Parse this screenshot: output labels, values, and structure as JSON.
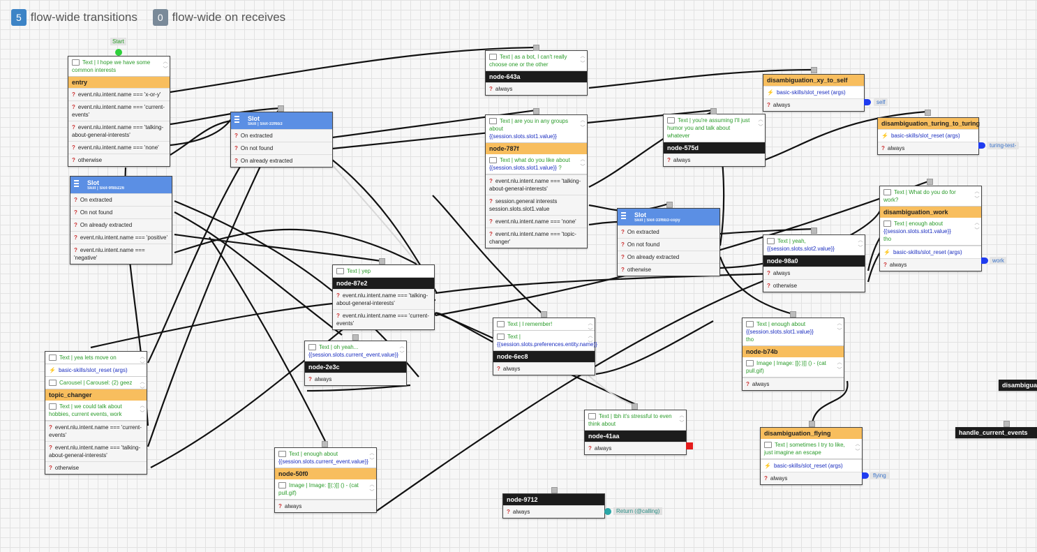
{
  "topbar": {
    "transitions_count": "5",
    "transitions_label": "flow-wide transitions",
    "receives_count": "0",
    "receives_label": "flow-wide on receives"
  },
  "start_label": "Start",
  "colors": {
    "accent": "#3d84c6",
    "orange": "#f8be5e",
    "dark": "#1c1c1c",
    "slot_blue": "#5b8fe4",
    "return": "#2aa6a6",
    "alert": "#e41b1b"
  },
  "nodes": {
    "entry": {
      "msg": "Text | I hope we have some common interests",
      "title": "entry",
      "t": [
        "event.nlu.intent.name === 'x-or-y'",
        "event.nlu.intent.name === 'current-events'",
        "event.nlu.intent.name === 'talking-about-general-interests'",
        "event.nlu.intent.name === 'none'",
        "otherwise"
      ]
    },
    "slot1": {
      "title": "Slot",
      "sub": "Skill | Slot-33f6b3",
      "t": [
        "On extracted",
        "On not found",
        "On already extracted"
      ]
    },
    "slot2": {
      "title": "Slot",
      "sub": "Skill | Slot-9f8b226",
      "t": [
        "On extracted",
        "On not found",
        "On already extracted",
        "event.nlu.intent.name === 'positive'",
        "event.nlu.intent.name === 'negative'"
      ]
    },
    "n643a": {
      "msg": "Text | as a bot, I can't really choose one or the other",
      "title": "node-643a",
      "t": [
        "always"
      ]
    },
    "n787f": {
      "msg1": "Text | are you in any groups about",
      "msg1b": "{{session.slots.slot1.value}}",
      "title": "node-787f",
      "msg2": "Text | what do you like about",
      "msg2b": "{{session.slots.slot1.value}}",
      "msg2c": "?",
      "t": [
        "event.nlu.intent.name === 'talking-about-general-interests'",
        "session.general interests session.slots.slot1.value",
        "event.nlu.intent.name === 'none'",
        "event.nlu.intent.name === 'topic-changer'"
      ]
    },
    "n575d": {
      "msg": "Text | you're assuming I'll just humor you and talk about whatever",
      "title": "node-575d",
      "t": [
        "always"
      ]
    },
    "xy": {
      "title": "disambiguation_xy_to_self",
      "act": "basic-skills/slot_reset (args)",
      "t": [
        "always"
      ],
      "tag": "self"
    },
    "turing": {
      "title": "disambiguation_turing_to_turing",
      "act": "basic-skills/slot_reset (args)",
      "t": [
        "always"
      ],
      "tag": "turing-test-"
    },
    "slot3": {
      "title": "Slot",
      "sub": "Skill | Slot-33f6b3-copy",
      "t": [
        "On extracted",
        "On not found",
        "On already extracted",
        "otherwise"
      ]
    },
    "work": {
      "msg": "Text | What do you do for work?",
      "title": "disambiguation_work",
      "msg2": "Text | enough about",
      "msg2b": "{{session.slots.slot1.value}}",
      "msg2c": "tho",
      "act": "basic-skills/slot_reset (args)",
      "t": [
        "always"
      ],
      "tag": "work"
    },
    "n98a0": {
      "msg": "Text | yeah,",
      "msgb": "{{session.slots.slot2.value}}",
      "title": "node-98a0",
      "t": [
        "always",
        "otherwise"
      ]
    },
    "n87e2": {
      "msg": "Text | yep",
      "title": "node-87e2",
      "t": [
        "event.nlu.intent.name === 'talking-about-general-interests'",
        "event.nlu.intent.name === 'current-events'"
      ]
    },
    "n2e3c": {
      "msg": "Text | oh yeah...",
      "msgb": "{{session.slots.current_event.value}}",
      "title": "node-2e3c",
      "t": [
        "always"
      ]
    },
    "n6ec8": {
      "msg": "Text | I remember!",
      "msg2": "Text |",
      "msg2b": "{{session.slots.preferences.entity.name}}",
      "title": "node-6ec8",
      "t": [
        "always"
      ]
    },
    "nb74b": {
      "msg": "Text | enough about",
      "msgb": "{{session.slots.slot1.value}}",
      "msgc": "tho",
      "title": "node-b74b",
      "img": "Image | Image: [[(:)]] () - (cat pull.gif)",
      "t": [
        "always"
      ]
    },
    "topic": {
      "msg": "Text | yea lets move on",
      "act": "basic-skills/slot_reset (args)",
      "msg2": "Carousel | Carousel: (2) geez",
      "title": "topic_changer",
      "msg3": "Text | we could talk about hobbies, current events, work",
      "t": [
        "event.nlu.intent.name === 'current-events'",
        "event.nlu.intent.name === 'talking-about-general-interests'",
        "otherwise"
      ]
    },
    "n41aa": {
      "msg": "Text | tbh it's stressful to even think about",
      "title": "node-41aa",
      "t": [
        "always"
      ]
    },
    "flying": {
      "title": "disambiguation_flying",
      "msg": "Text | sometimes I try to like, just imagine an escape",
      "act": "basic-skills/slot_reset (args)",
      "t": [
        "always"
      ],
      "tag": "flying"
    },
    "n50f0": {
      "msg": "Text | enough about",
      "msgb": "{{session.slots.current_event.value}}",
      "title": "node-50f0",
      "img": "Image | Image: [[(:)]] () - (cat pull.gif)",
      "t": [
        "always"
      ]
    },
    "n9712": {
      "title": "node-9712",
      "t": [
        "always"
      ],
      "ret": "Return (@calling)"
    },
    "cut": {
      "title": "disambiguat"
    },
    "hce": {
      "title": "handle_current_events"
    }
  }
}
